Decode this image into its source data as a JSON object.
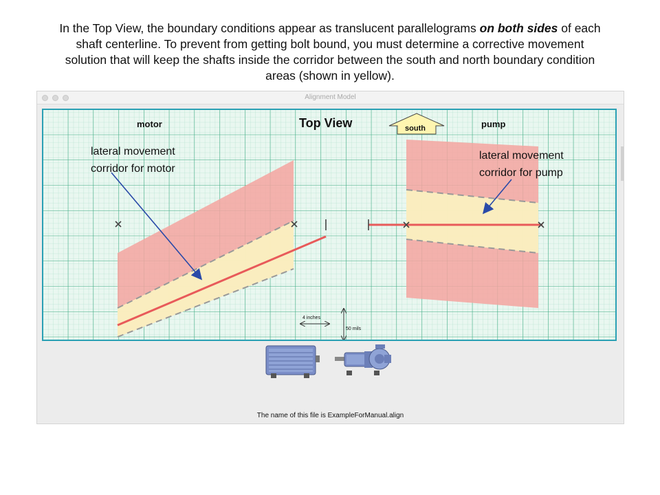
{
  "caption": {
    "part1": "In the Top View, the boundary conditions appear as translucent parallelograms ",
    "emphasis": "on both sides",
    "part2": " of each shaft centerline.  To prevent from getting bolt bound, you must determine a corrective movement solution that will keep the shafts inside the corridor between the south and north boundary condition areas (shown in yellow)."
  },
  "window": {
    "title": "Alignment Model",
    "footer": "The name of this file is ExampleForManual.align"
  },
  "view": {
    "title": "Top View",
    "motor_label": "motor",
    "pump_label": "pump",
    "south_label": "south",
    "dim_horizontal": "4 inches",
    "dim_vertical": "50 mils"
  },
  "annotations": {
    "motor_line1": "lateral movement",
    "motor_line2": "corridor for motor",
    "pump_line1": "lateral movement",
    "pump_line2": "corridor for pump"
  },
  "colors": {
    "grid_minor": "#a8dcc8",
    "grid_major": "#3aa880",
    "frame": "#2aa0b4",
    "boundary_red": "#f4a5a0",
    "corridor_yellow": "#faf0c0",
    "centerline": "#e85a5a",
    "arrow_blue": "#2a4aa8",
    "south_arrow": "#fff5b0"
  },
  "icons": [
    "motor-image",
    "pump-image"
  ]
}
